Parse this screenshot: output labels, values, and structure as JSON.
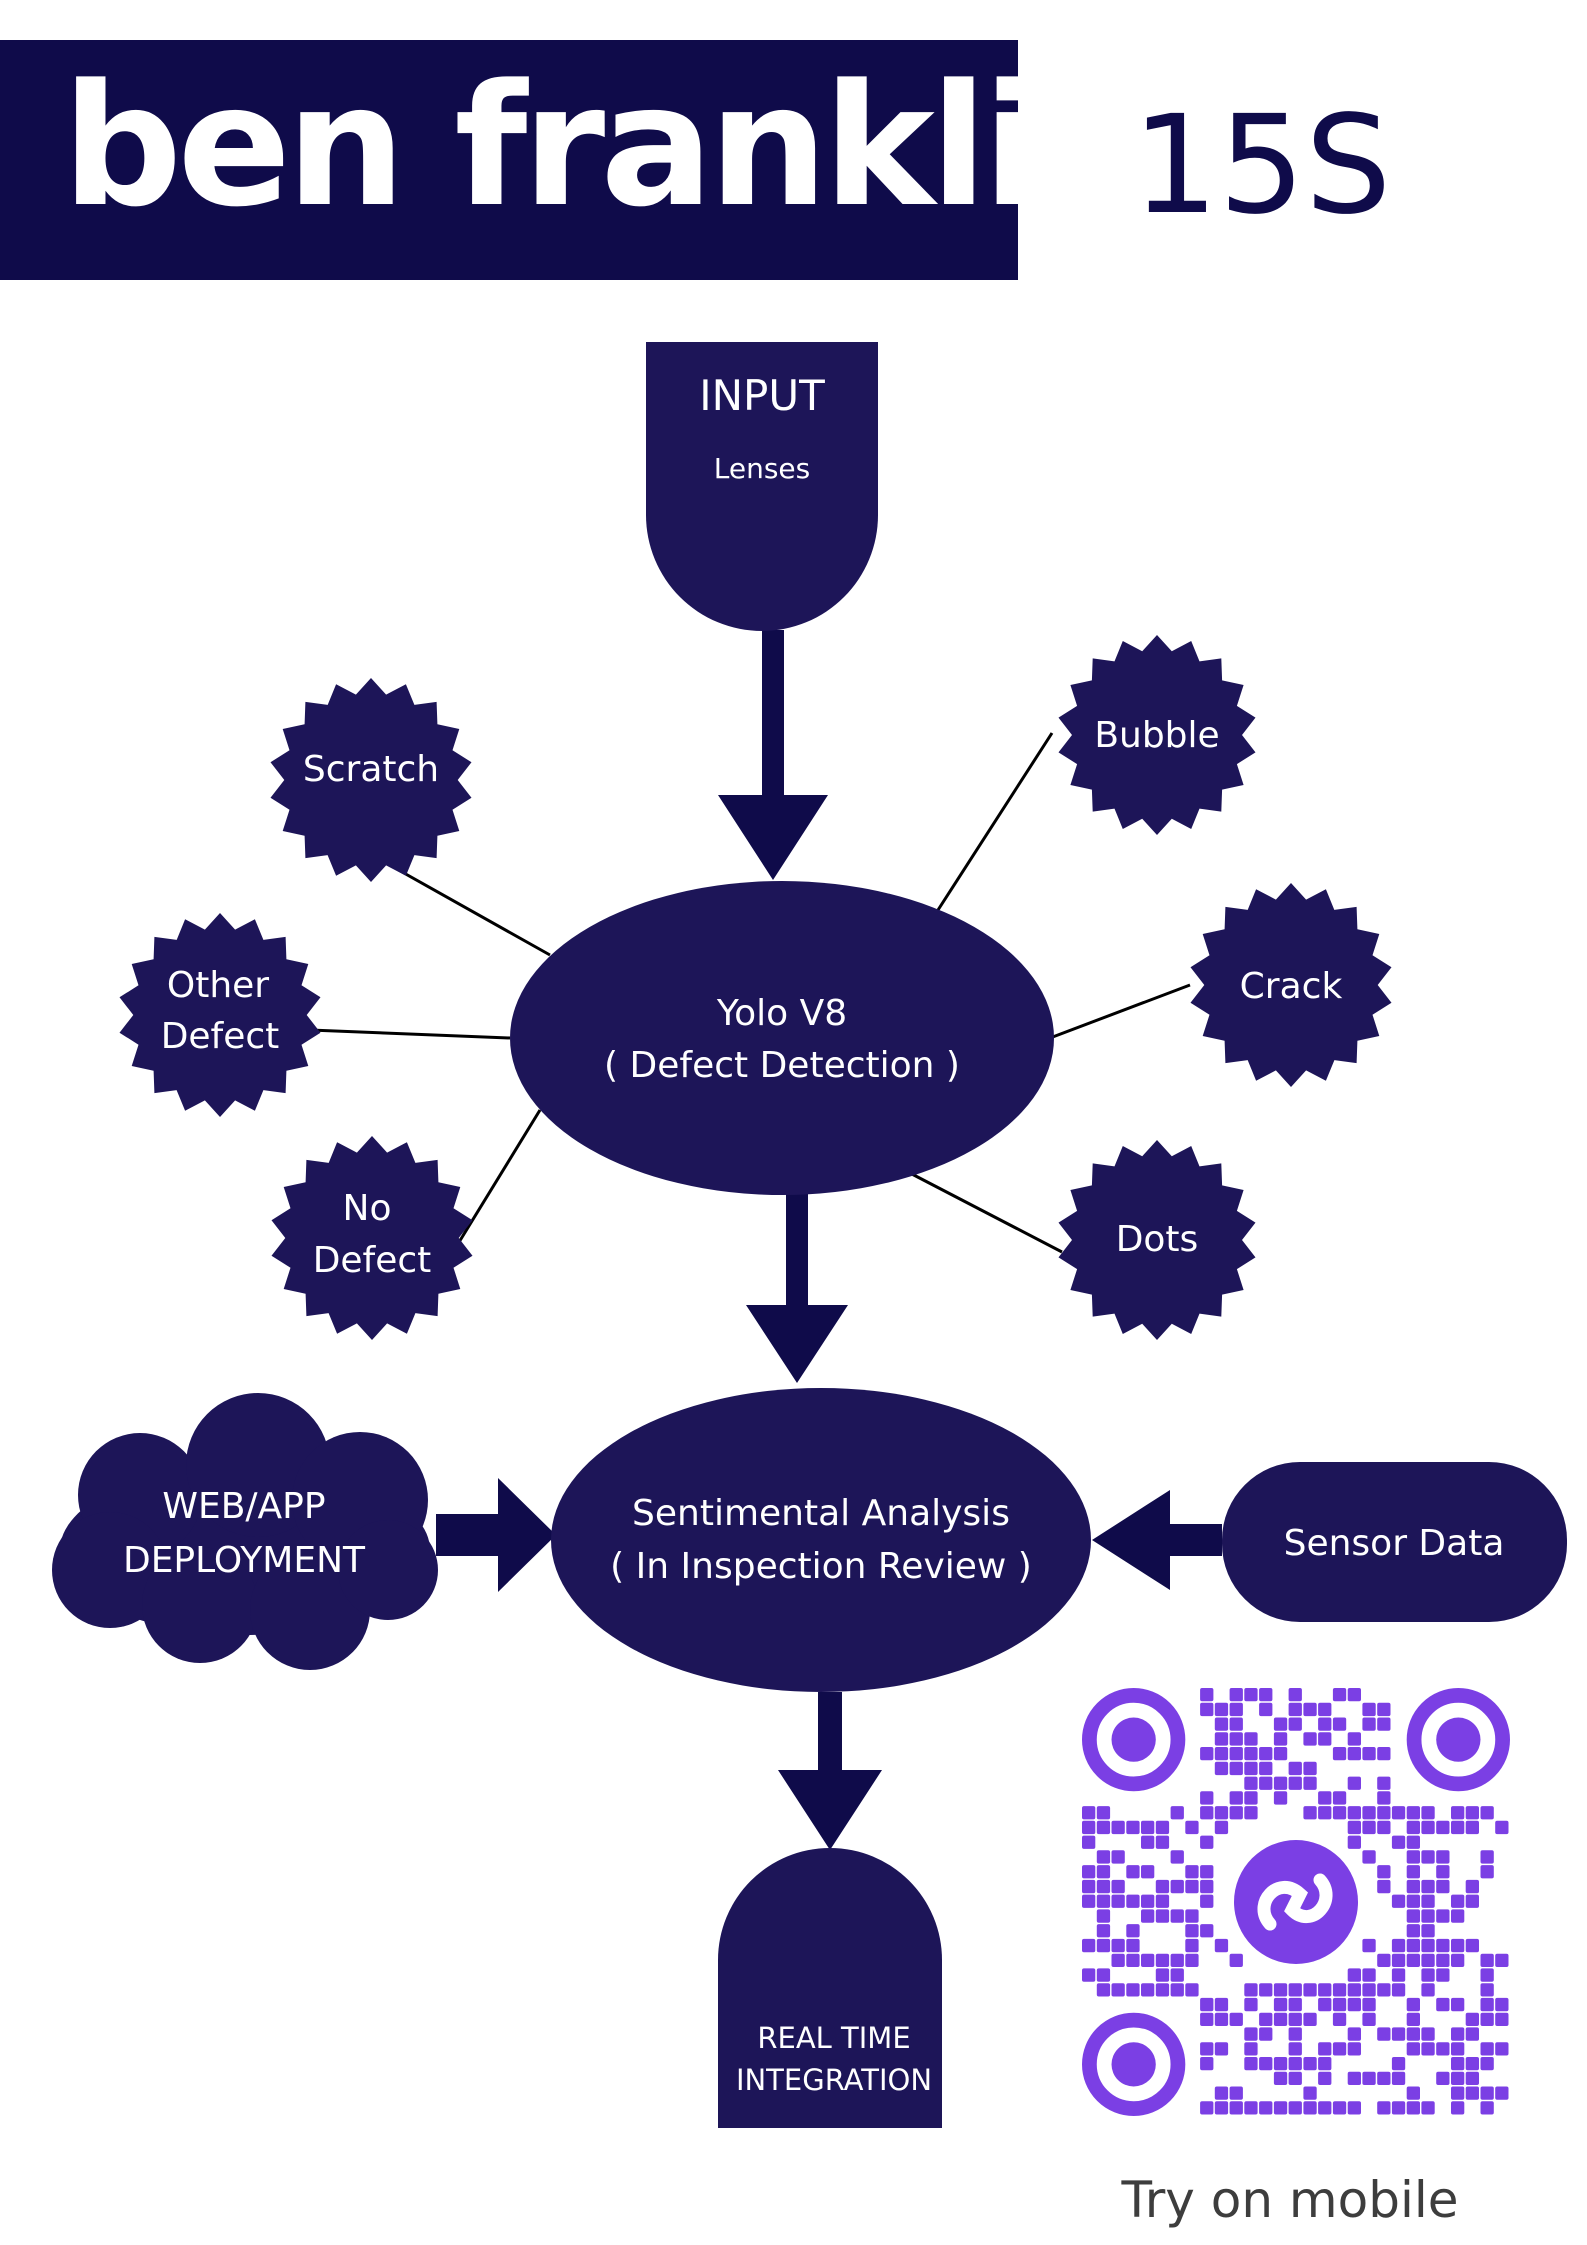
{
  "header": {
    "brand": "ben franklin",
    "code": "15S"
  },
  "nodes": {
    "input": {
      "title": "INPUT",
      "subtitle": "Lenses"
    },
    "yolo": {
      "line1": "Yolo V8",
      "line2": "( Defect Detection )"
    },
    "sentiment": {
      "line1": "Sentimental Analysis",
      "line2": "( In Inspection Review )"
    },
    "web": {
      "line1": "WEB/APP",
      "line2": "DEPLOYMENT"
    },
    "sensor": {
      "label": "Sensor Data"
    },
    "realtime": {
      "line1": "REAL TIME",
      "line2": "INTEGRATION"
    }
  },
  "defects": {
    "scratch": "Scratch",
    "other_line1": "Other",
    "other_line2": "Defect",
    "no_line1": "No",
    "no_line2": "Defect",
    "bubble": "Bubble",
    "crack": "Crack",
    "dots": "Dots"
  },
  "qr": {
    "caption": "Try on mobile"
  },
  "colors": {
    "navy": "#0f0b4a",
    "node": "#1d1558",
    "qr_purple": "#7b3fe4"
  }
}
